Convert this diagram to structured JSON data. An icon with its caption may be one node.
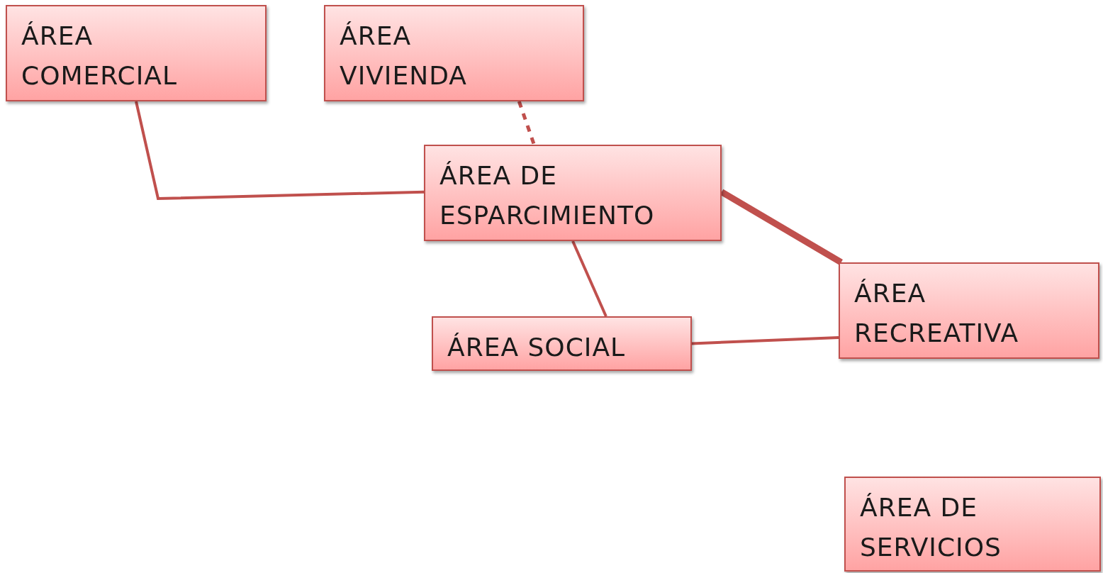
{
  "diagram": {
    "nodes": [
      {
        "text": [
          "ÁREA COMERCIAL"
        ]
      },
      {
        "text": [
          "ÁREA VIVIENDA"
        ]
      },
      {
        "text": [
          "ÁREA DE ESPARCIMIENTO"
        ]
      },
      {
        "text": [
          "ÁREA RECREATIVA"
        ]
      },
      {
        "text": [
          "ÁREA SOCIAL"
        ]
      },
      {
        "text": [
          "ÁREA DE SERVICIOS"
        ]
      }
    ],
    "edges": [
      {
        "from": 0,
        "to": 2,
        "arrow": "none"
      },
      {
        "from": 1,
        "to": 2,
        "arrow": "none",
        "style": "dashed"
      },
      {
        "from": 2,
        "to": 4,
        "arrow": "none"
      },
      {
        "from": 4,
        "to": 3,
        "arrow": "none"
      },
      {
        "from": 2,
        "to": 3,
        "arrow": "none",
        "style": "thick"
      }
    ]
  }
}
